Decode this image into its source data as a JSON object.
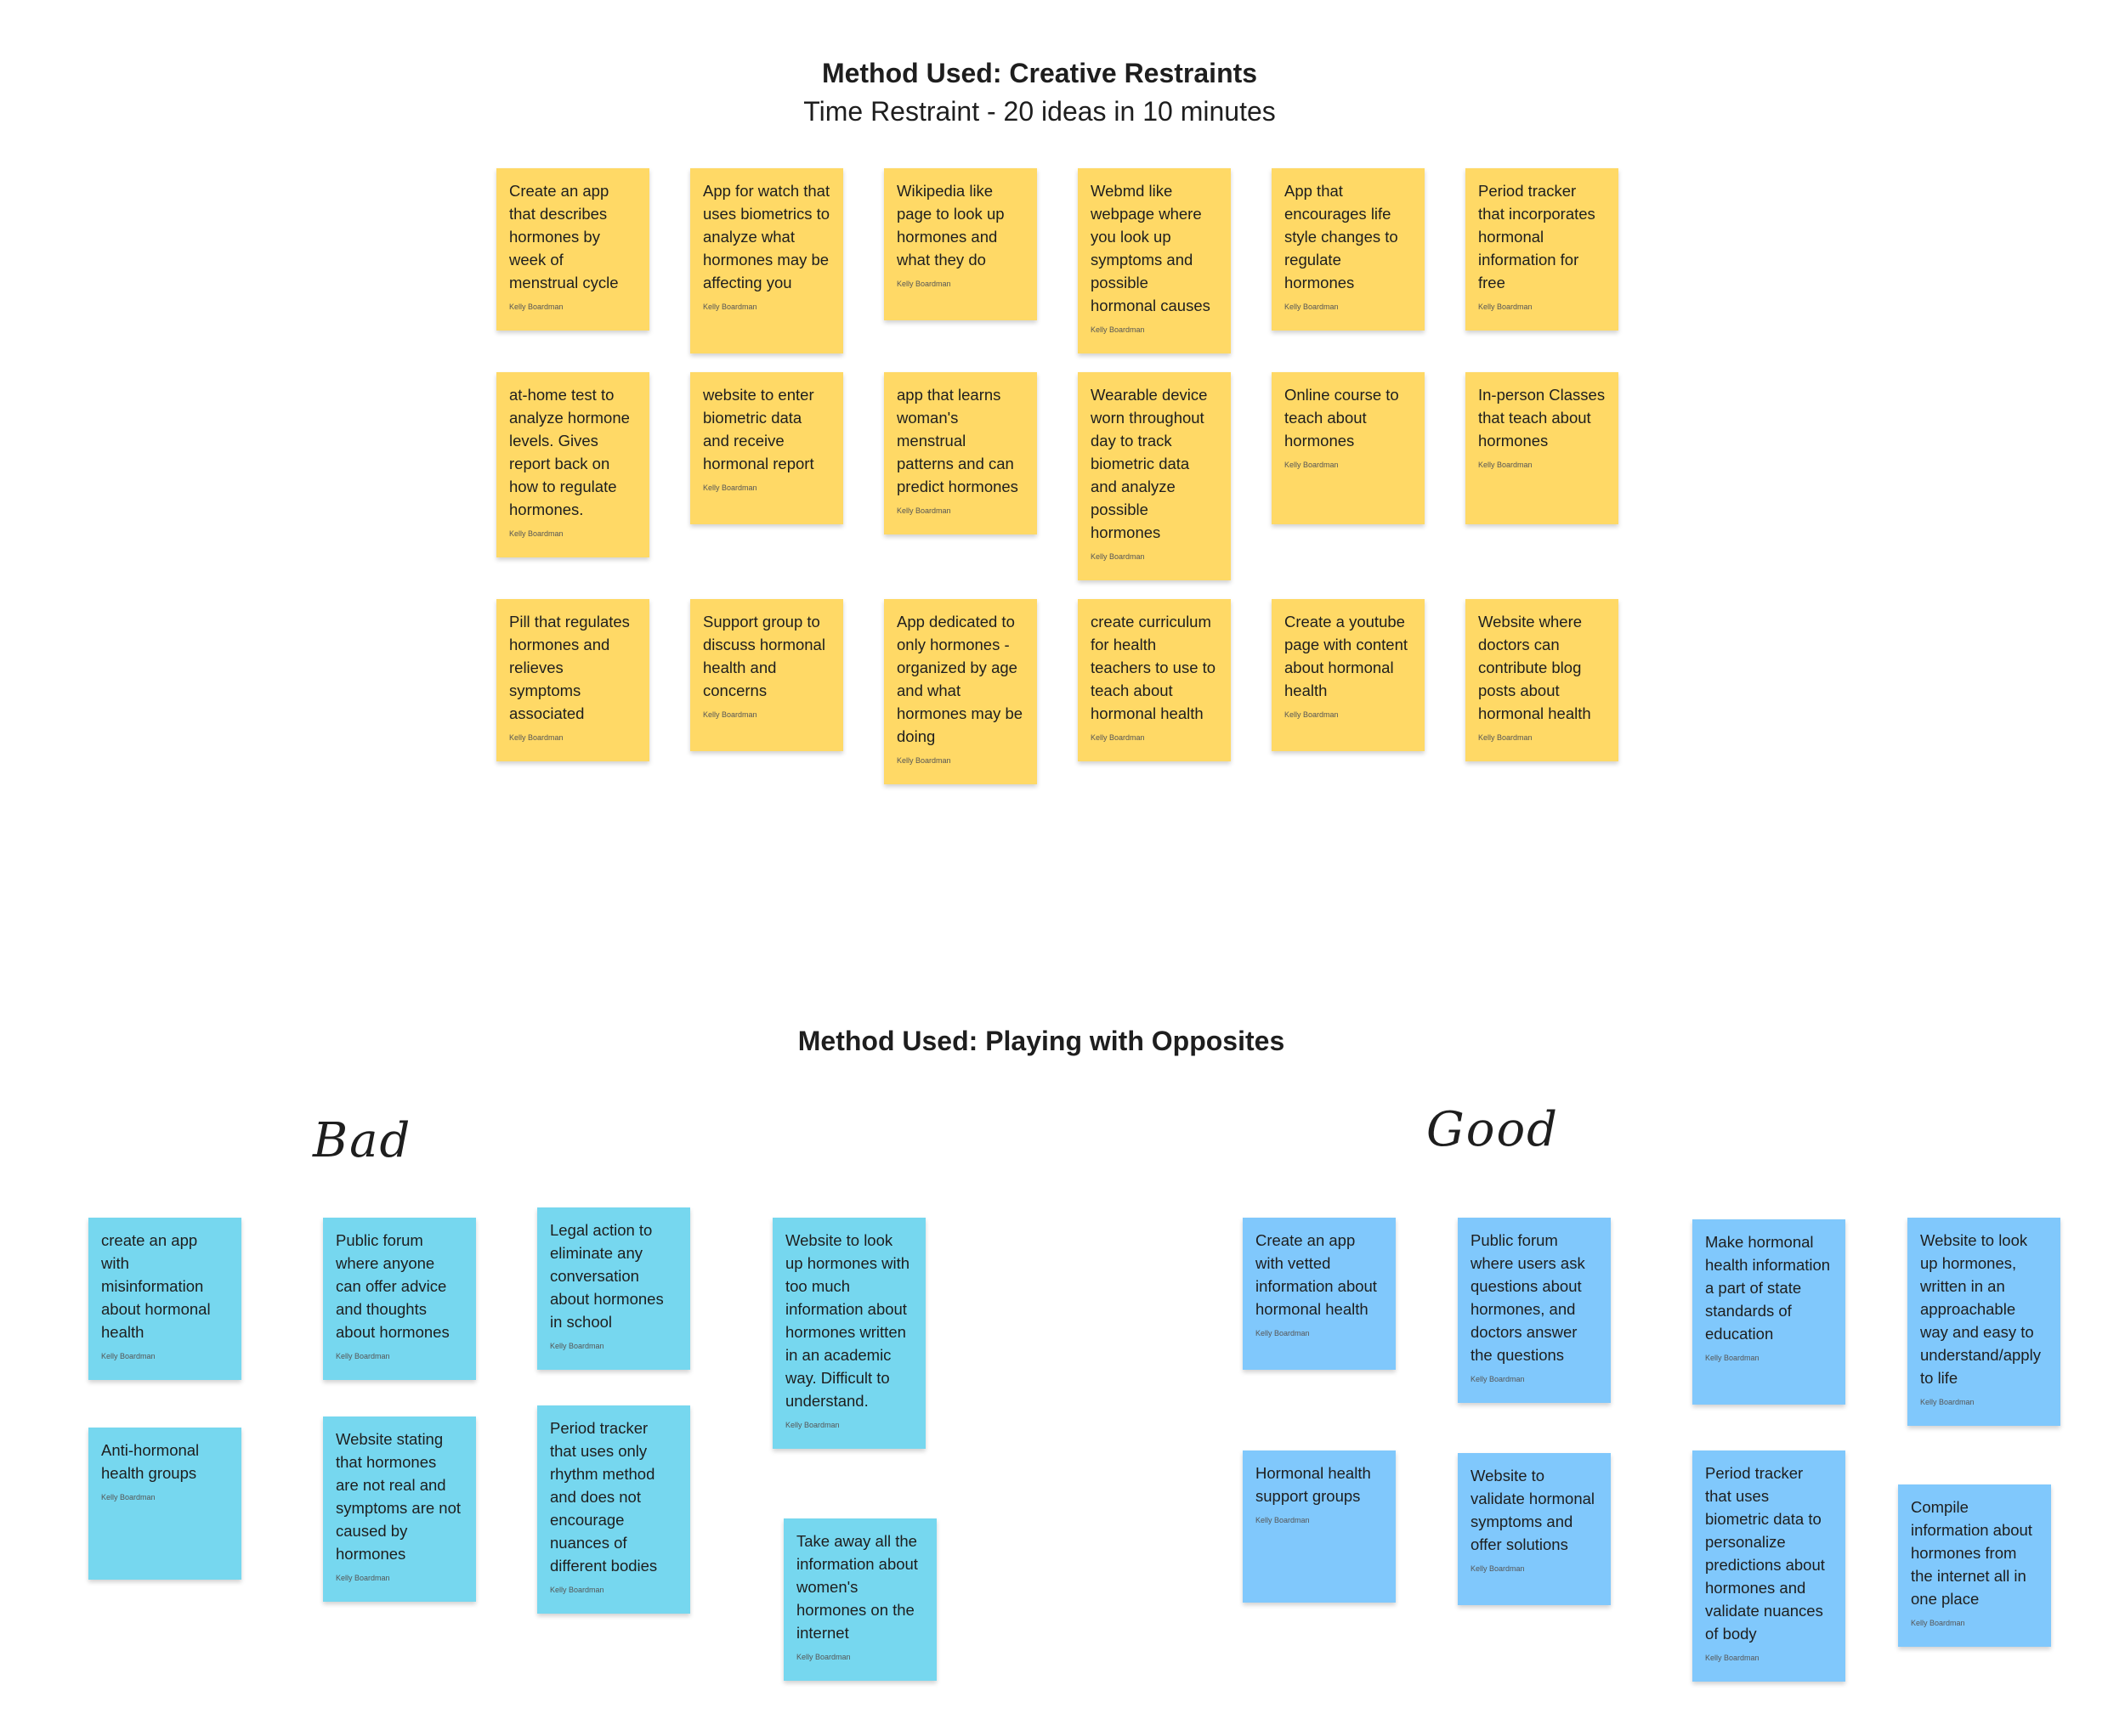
{
  "section1": {
    "title": "Method Used: Creative Restraints",
    "subtitle": "Time Restraint - 20 ideas in 10 minutes"
  },
  "section2": {
    "title": "Method Used: Playing with Opposites",
    "bad_label": "Bad",
    "good_label": "Good"
  },
  "author": "Kelly Boardman",
  "colors": {
    "sticky_yellow": "#ffd966",
    "sticky_cyan": "#76d7ef",
    "sticky_blue": "#80c8fc"
  },
  "yellow_notes": [
    "Create an app that describes hormones by week of menstrual cycle",
    "App for watch that uses biometrics to analyze what hormones may be affecting you",
    "Wikipedia like page to look up hormones and what they do",
    "Webmd like webpage where you look up symptoms and possible hormonal causes",
    "App that encourages life style changes to regulate hormones",
    "Period tracker that incorporates hormonal information for free",
    "at-home test to analyze hormone levels. Gives report back on how to regulate hormones.",
    "website to enter biometric data and receive hormonal report",
    "app that learns woman's menstrual patterns and can predict hormones",
    "Wearable device worn throughout day to track biometric data and analyze possible hormones",
    "Online course to teach about hormones",
    "In-person Classes that teach about hormones",
    "Pill that regulates hormones and relieves symptoms associated",
    "Support group to discuss hormonal health and concerns",
    "App dedicated to only hormones - organized by age and what hormones may be doing",
    "create curriculum for health teachers to use to teach about hormonal health",
    "Create a youtube page with content about hormonal health",
    "Website where doctors can contribute blog posts about hormonal health"
  ],
  "bad_notes": [
    "create an app with misinformation about hormonal health",
    "Public forum where anyone can offer advice and thoughts about hormones",
    "Legal action to eliminate any conversation about hormones in school",
    "Website to look up hormones with too much information about hormones written in an academic way. Difficult to understand.",
    "Anti-hormonal health groups",
    "Website stating that hormones are not real and symptoms are not caused by hormones",
    "Period tracker that uses only rhythm method and does not encourage nuances of different bodies",
    "Take away all the information about women's hormones on the internet"
  ],
  "good_notes": [
    "Create an app with vetted information about hormonal health",
    "Public forum where users ask questions about hormones, and doctors answer the questions",
    "Make hormonal health information a part of state standards of education",
    "Website to look up hormones, written in an approachable way and easy to understand/apply to life",
    "Hormonal health support groups",
    "Website to validate hormonal symptoms and offer solutions",
    "Period tracker that uses biometric data to personalize predictions about hormones and validate nuances of body",
    "Compile information about hormones from the internet all in one place"
  ]
}
